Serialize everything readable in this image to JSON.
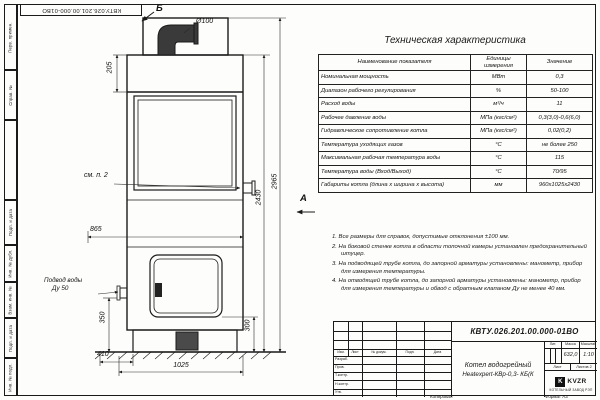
{
  "sheet": {
    "doc_number_top": "КВТУ.026.201.00.000-01ВО",
    "side_stamps": [
      "Перв. примен.",
      "Справ. №",
      "",
      "Подп. и дата",
      "Инв. № дубл.",
      "Взам. инв. №",
      "Подп. и дата",
      "Инв. № подл."
    ],
    "footer": {
      "copied": "Копировал",
      "format": "Формат А3"
    }
  },
  "spec_table": {
    "title": "Техническая характеристика",
    "headers": {
      "name": "Наименование показателя",
      "units": "Единицы измерения",
      "value": "Значение"
    },
    "rows": [
      {
        "name": "Номинальная мощность",
        "units": "МВт",
        "value": "0,3"
      },
      {
        "name": "Диапазон рабочего регулирования",
        "units": "%",
        "value": "50-100"
      },
      {
        "name": "Расход воды",
        "units": "м³/ч",
        "value": "11"
      },
      {
        "name": "Рабочее давление воды",
        "units": "МПа (кгс/см²)",
        "value": "0,3(3,0)-0,6(6,0)"
      },
      {
        "name": "Гидравлическое сопротивление котла",
        "units": "МПа (кгс/см²)",
        "value": "0,02(0,2)"
      },
      {
        "name": "Температура уходящих газов",
        "units": "°С",
        "value": "не более 250"
      },
      {
        "name": "Максимальная рабочая температура воды",
        "units": "°С",
        "value": "115"
      },
      {
        "name": "Температура воды (Вход/Выход)",
        "units": "°С",
        "value": "70/95"
      },
      {
        "name": "Габариты котла (длина х ширина х высота)",
        "units": "мм",
        "value": "960х1025х2430"
      }
    ]
  },
  "notes": {
    "items": [
      "1.  Все размеры для справок, допустимые отклонения ±100 мм.",
      "2.  На боковой стенке котла в области топочной камеры установлен предохранительный штуцер.",
      "3.  На подводящей трубе котла, до запорной арматуры установлены: манометр, прибор для измерения температуры.",
      "4.  На отводящей трубе котла, до запорной арматуры установлены: манометр, прибор для измерения температуры и обвод с обратным клапаном Ду не менее 40 мм."
    ]
  },
  "dims": {
    "view_b": "Б",
    "view_a": "А",
    "chimney_diameter": "Ø100",
    "collar_height": "205",
    "depth": "865",
    "body_height": "2430",
    "total_height": "2965",
    "inlet_height": "350",
    "dim_410": "410",
    "width": "1025",
    "base_height": "300",
    "callout_note2": "см. п. 2",
    "water_inlet_line1": "Подвод воды",
    "water_inlet_line2": "Ду 50"
  },
  "title_block": {
    "doc_number": "КВТУ.026.201.00.000-01ВО",
    "product_name": "Котел водогрейный",
    "product_model": "Heatexpert-КВр-0,3- КБ(К",
    "rows_header": [
      "Изм.",
      "Лист",
      "№ докум.",
      "Подп.",
      "Дата"
    ],
    "roles": [
      "Разраб.",
      "Пров.",
      "Т.контр.",
      "Н.контр.",
      "Утв."
    ],
    "lit_label": "Лит.",
    "mass_label": "Масса",
    "scale_label": "Масштаб",
    "mass": "632,0",
    "scale": "1:10",
    "sheet_label": "Лист",
    "sheets_label": "Листов 2",
    "logo_letter": "K",
    "logo_text": "KVZR",
    "company": "КОТЕЛЬНЫЙ ЗАВОД РЭП"
  }
}
